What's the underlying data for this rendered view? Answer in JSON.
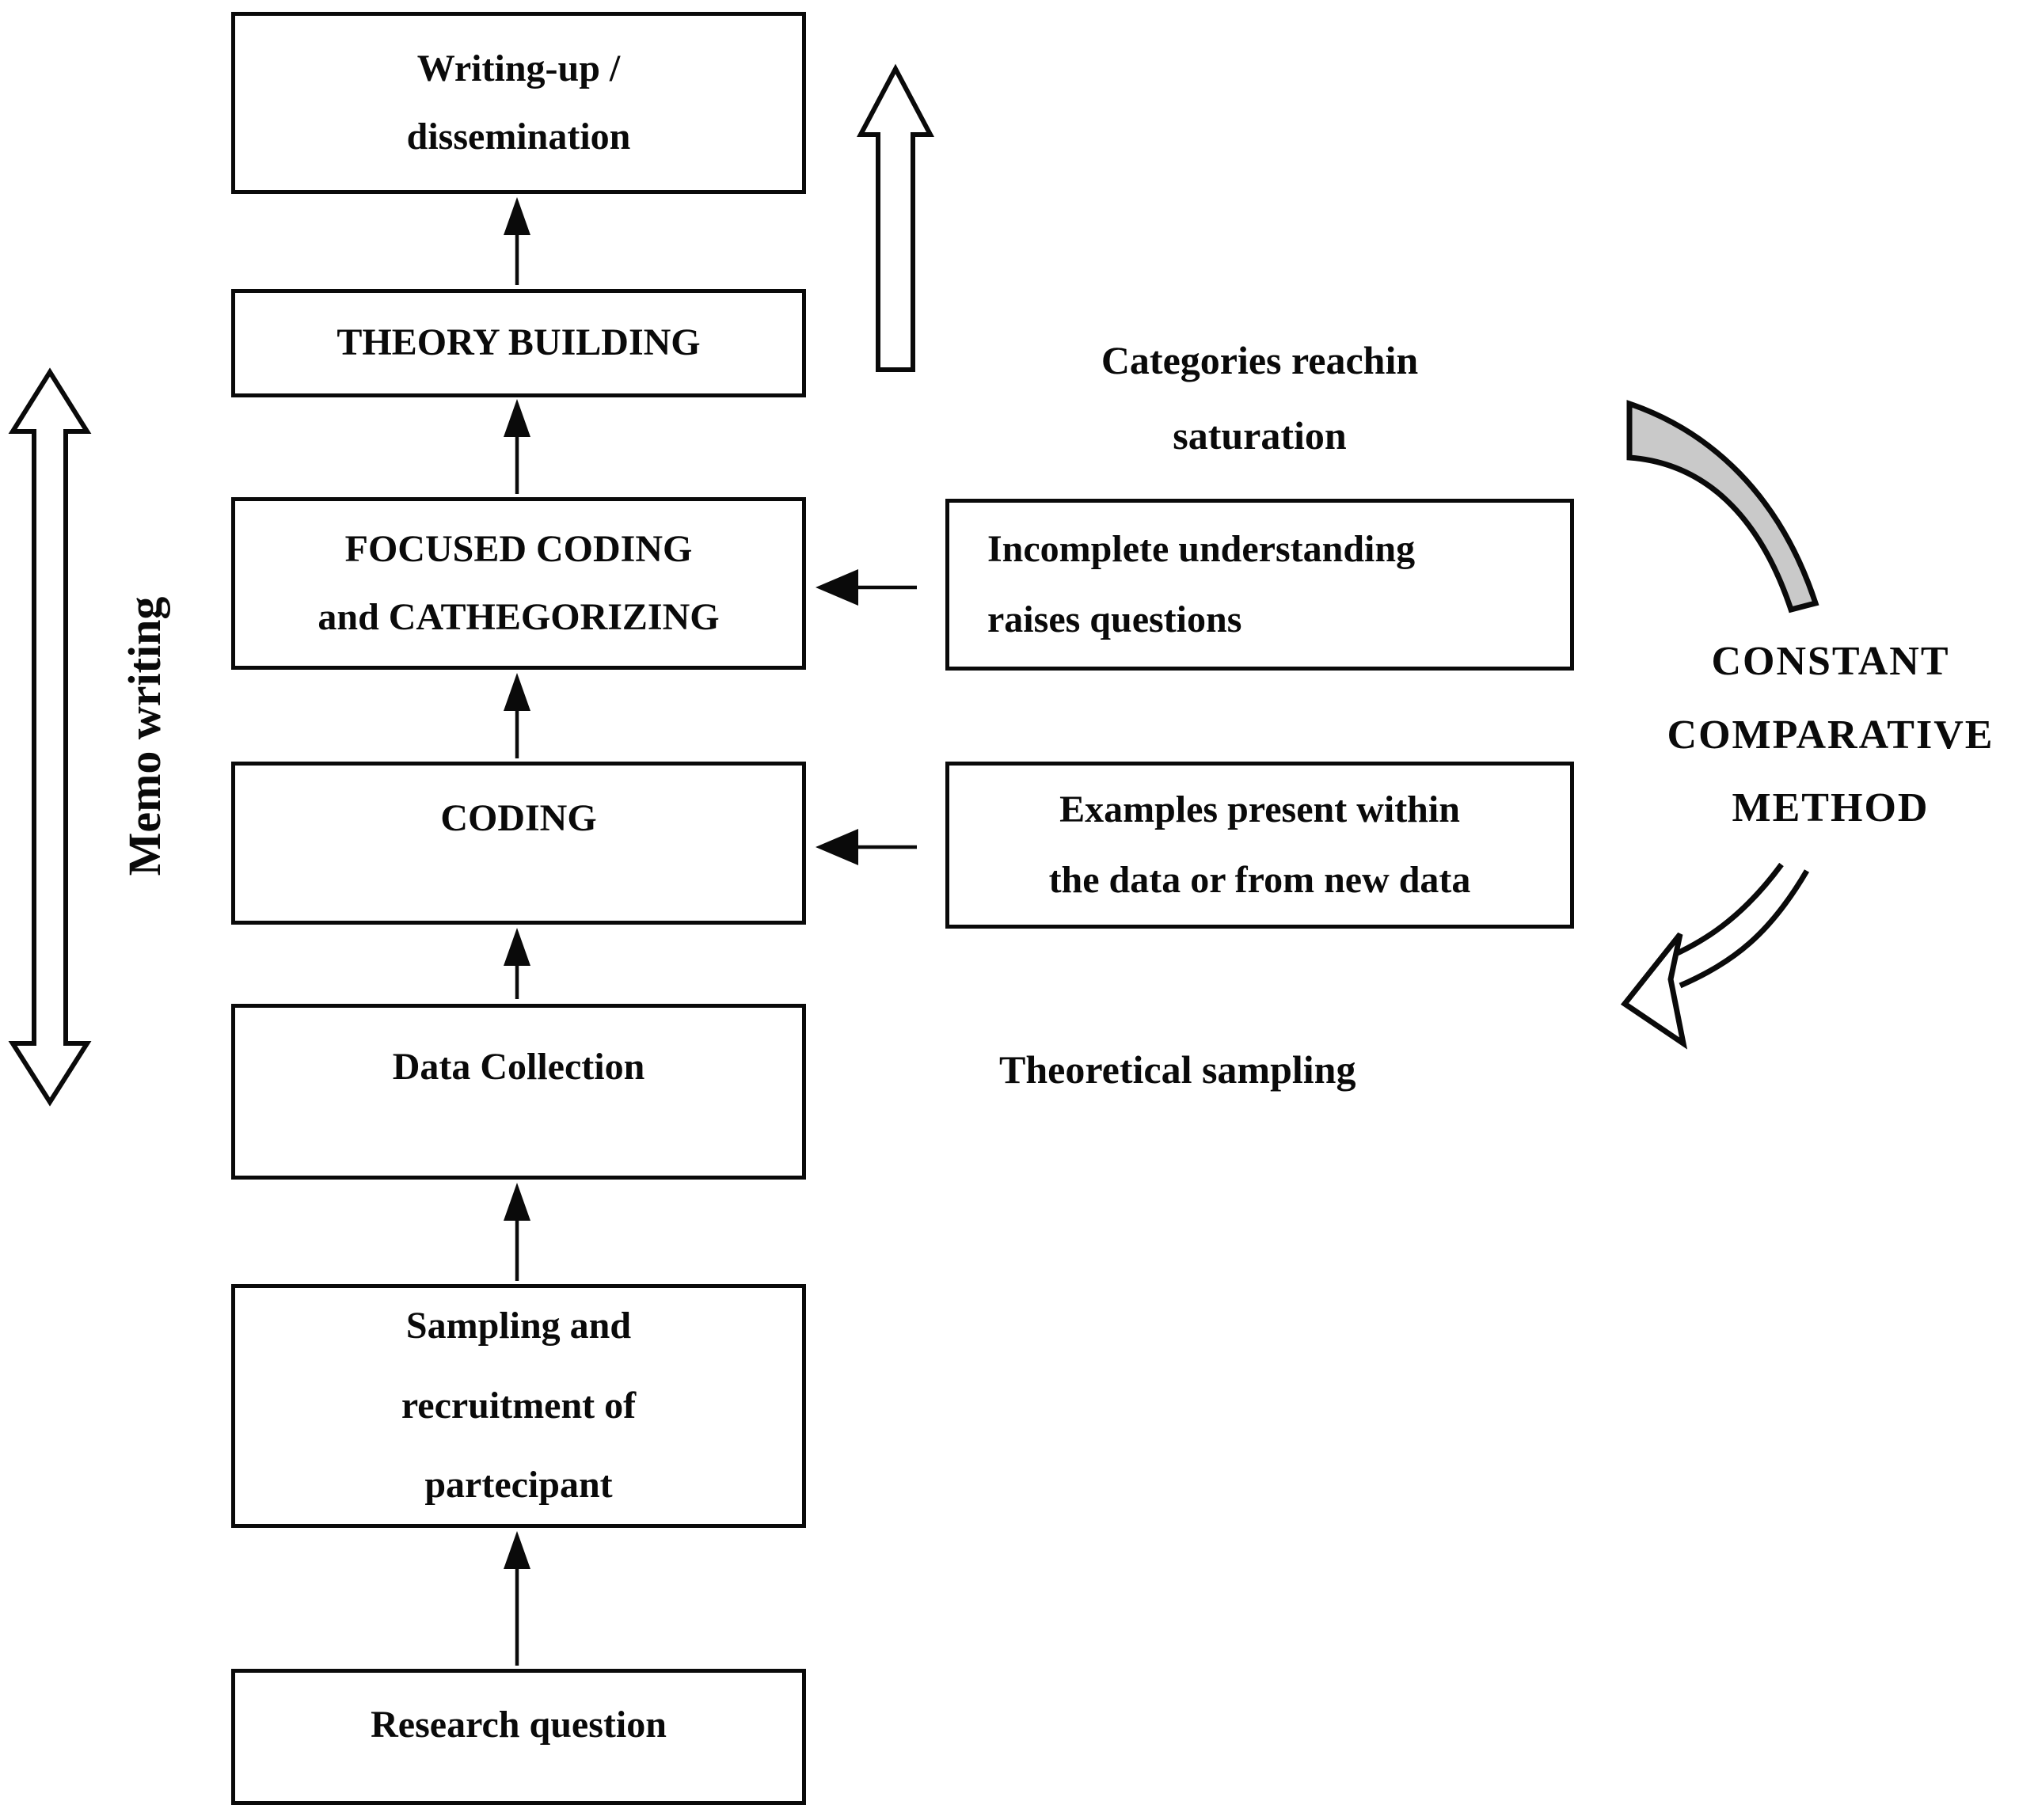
{
  "colors": {
    "background": "#ffffff",
    "ink": "#0a0a0a",
    "arc_fill": "#c9c9c9"
  },
  "flow_boxes": [
    {
      "id": "writing_up",
      "label": "Writing-up /\ndissemination"
    },
    {
      "id": "theory_building",
      "label": "THEORY BUILDING"
    },
    {
      "id": "focused_coding",
      "label": "FOCUSED CODING\nand CATHEGORIZING"
    },
    {
      "id": "coding",
      "label": "CODING"
    },
    {
      "id": "data_collection",
      "label": "Data Collection"
    },
    {
      "id": "sampling_recruitment",
      "label": "Sampling and\nrecruitment of\npartecipant"
    },
    {
      "id": "research_question",
      "label": "Research question"
    }
  ],
  "side_boxes": [
    {
      "id": "incomplete_understanding",
      "label": "Incomplete understanding\nraises questions"
    },
    {
      "id": "examples_present",
      "label": "Examples present within\nthe data or from new data"
    }
  ],
  "labels": {
    "memo_writing": "Memo writing",
    "categories_saturation": "Categories reachin\nsaturation",
    "theoretical_sampling": "Theoretical sampling",
    "constant_comparative": "CONSTANT\nCOMPARATIVE\nMETHOD"
  },
  "icons": {
    "flow_arrow": "up-arrow",
    "memo_span_arrow": "double-headed-vertical-arrow",
    "saturation_arrow": "hollow-up-arrow",
    "feedback_arrow": "left-arrow",
    "comparative_in_arrow": "gray-curved-arc",
    "comparative_out_arrow": "hollow-curved-arrow-down-left"
  }
}
